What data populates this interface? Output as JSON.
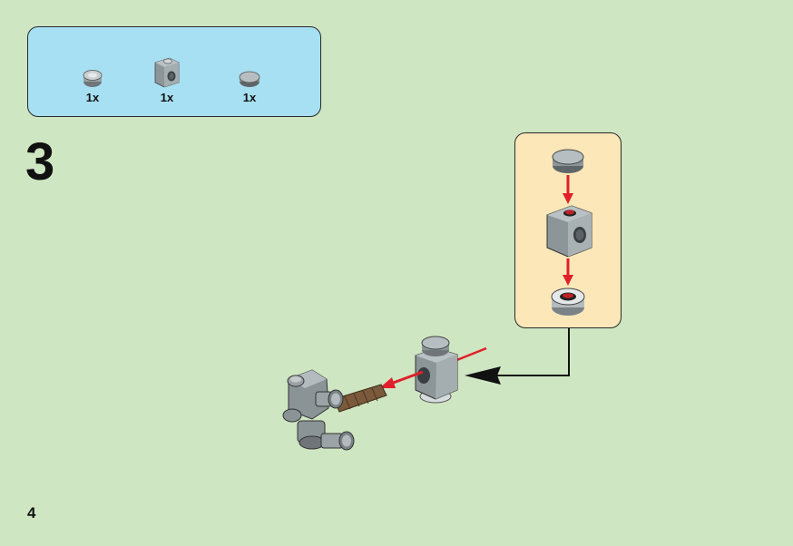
{
  "step": {
    "number": "3"
  },
  "page": {
    "number": "4"
  },
  "parts_list": [
    {
      "quantity": "1x",
      "icon": "round-plate-icon"
    },
    {
      "quantity": "1x",
      "icon": "brick-with-hole-icon"
    },
    {
      "quantity": "1x",
      "icon": "round-tile-icon"
    }
  ],
  "colors": {
    "background": "#cfe6c2",
    "parts_box": "#a7e0f3",
    "sub_assembly_box": "#fbe7b8",
    "arrow": "#e0202a",
    "brick_gray": "#9aa3a6"
  }
}
